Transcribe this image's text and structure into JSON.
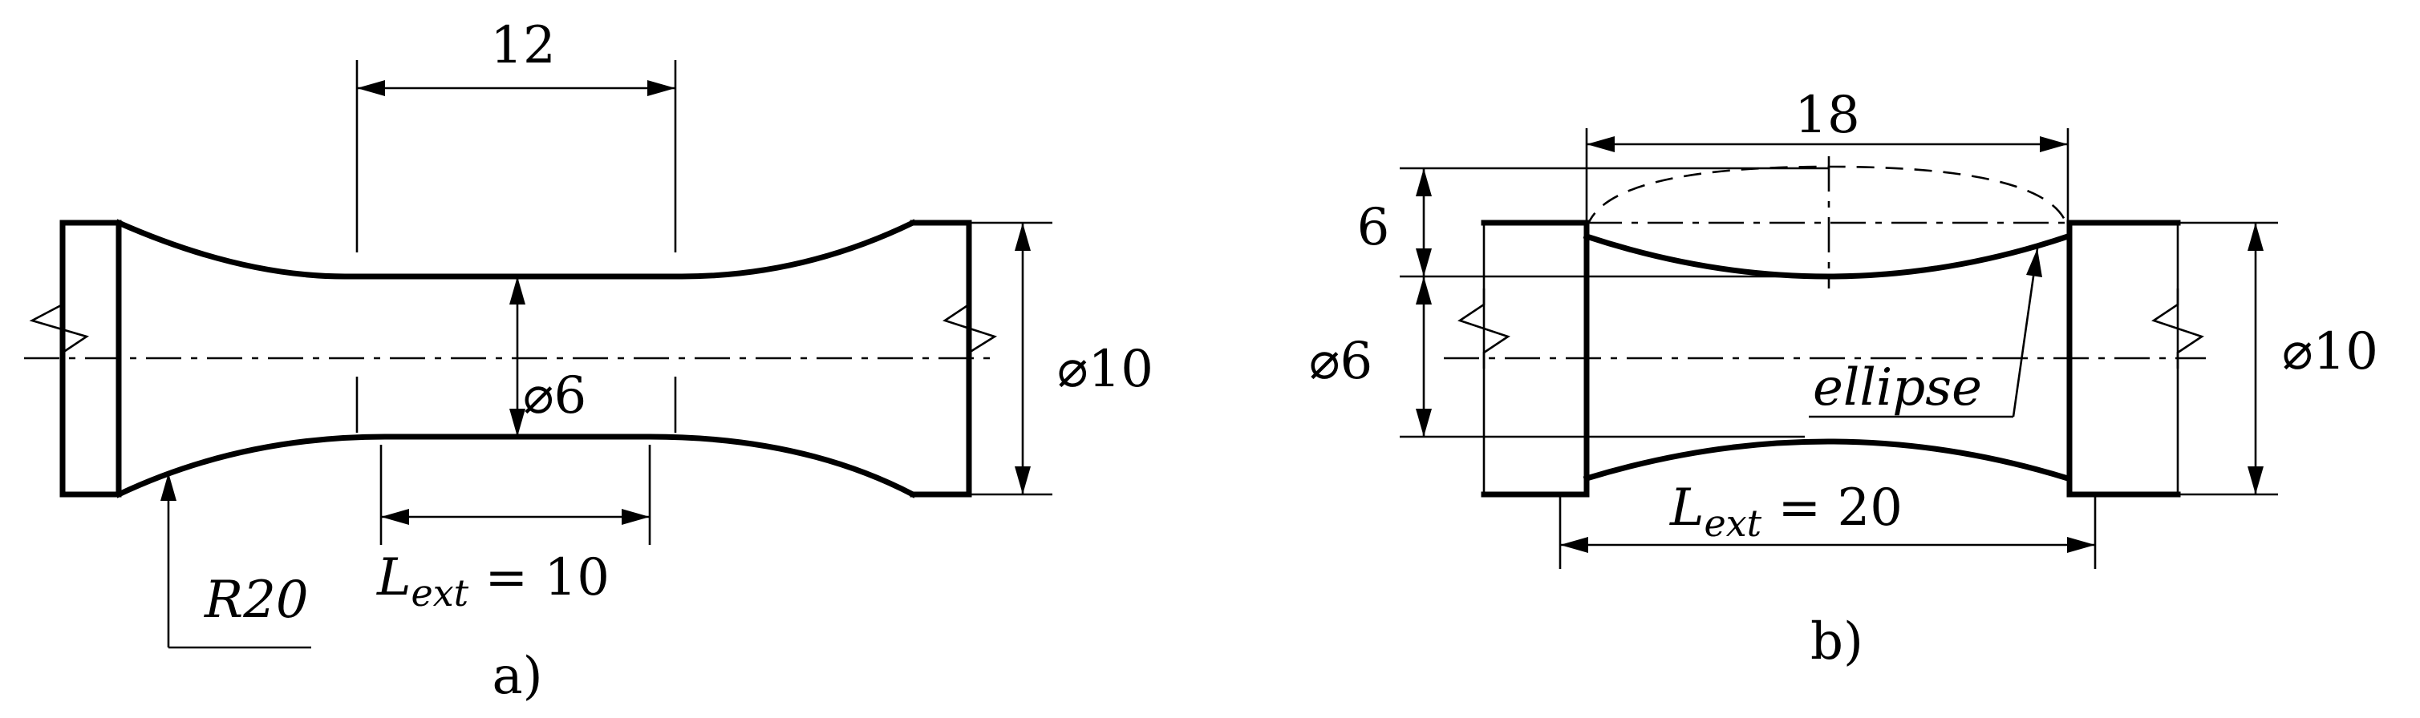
{
  "figure_a": {
    "dim_top": "12",
    "dim_diameter_inner": "⌀6",
    "dim_diameter_outer": "⌀10",
    "dim_length_main": "L",
    "dim_length_sub": "ext",
    "dim_length_value": " = 10",
    "dim_radius": "R20",
    "caption": "a)"
  },
  "figure_b": {
    "dim_top": "18",
    "dim_ellipse_height": "6",
    "dim_diameter_inner": "⌀6",
    "dim_diameter_outer": "⌀10",
    "ellipse_label": "ellipse",
    "dim_length_main": "L",
    "dim_length_sub": "ext",
    "dim_length_value": " = 20",
    "caption": "b)"
  }
}
